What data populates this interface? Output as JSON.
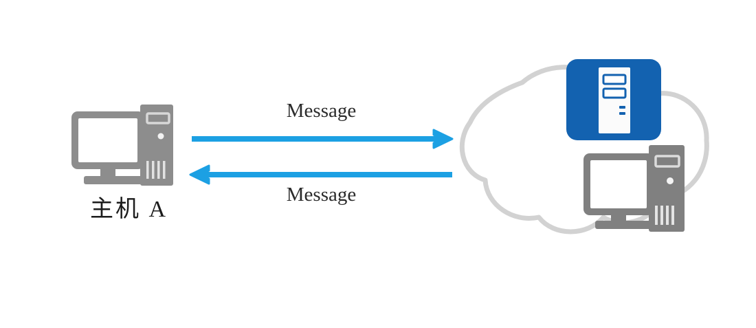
{
  "diagram": {
    "title": "Host A exchanging messages with a network cloud",
    "background_color": "#ffffff",
    "nodes": {
      "host_a": {
        "label": "主机 A",
        "icon": "desktop-computer-icon",
        "color": "#8a8a8a"
      },
      "cloud": {
        "icon": "network-cloud-icon",
        "color": "#d2d2d2"
      },
      "server": {
        "icon": "server-tower-icon",
        "color": "#1362b0",
        "tower_color": "#ffffff"
      },
      "cloud_host": {
        "icon": "desktop-computer-icon",
        "color": "#808080"
      }
    },
    "arrows": [
      {
        "name": "message-forward",
        "label": "Message",
        "direction": "right",
        "color": "#1ca0e3"
      },
      {
        "name": "message-reply",
        "label": "Message",
        "direction": "left",
        "color": "#1ca0e3"
      }
    ]
  }
}
